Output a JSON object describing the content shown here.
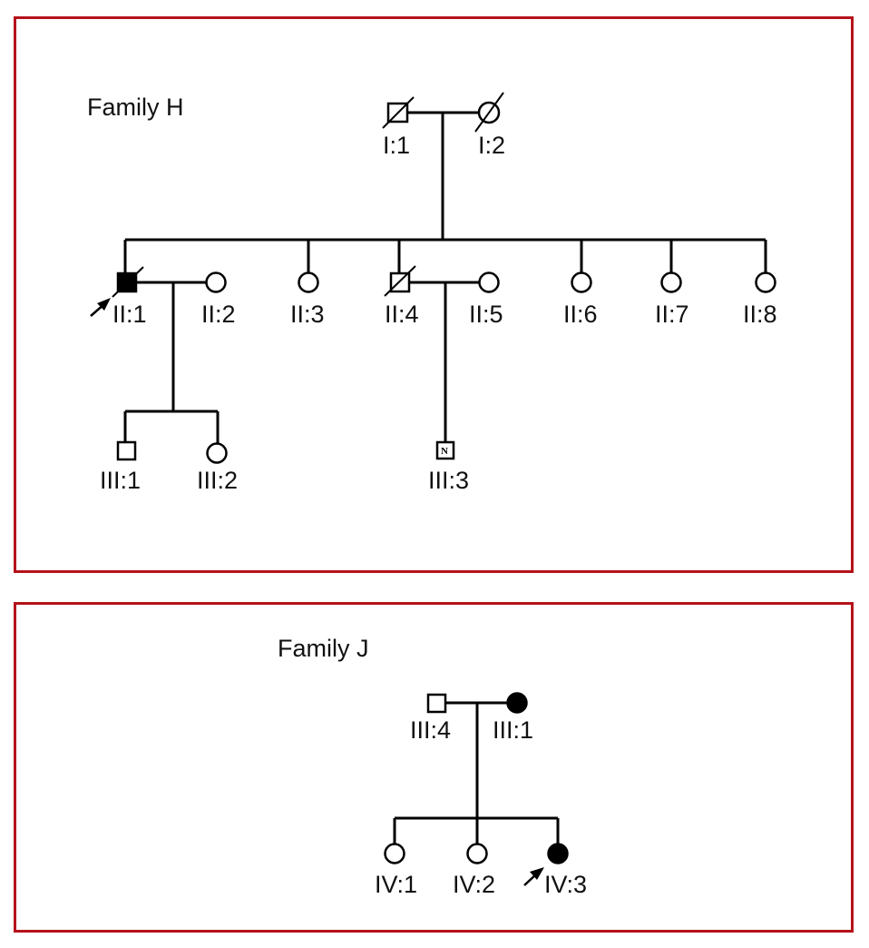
{
  "families": [
    {
      "id": "H",
      "title": "Family H",
      "members": [
        {
          "id": "I:1",
          "sex": "male",
          "affected": false,
          "deceased": true
        },
        {
          "id": "I:2",
          "sex": "female",
          "affected": false,
          "deceased": true
        },
        {
          "id": "II:1",
          "sex": "male",
          "affected": true,
          "deceased": true,
          "proband": true
        },
        {
          "id": "II:2",
          "sex": "female",
          "affected": false,
          "deceased": false
        },
        {
          "id": "II:3",
          "sex": "female",
          "affected": false,
          "deceased": false
        },
        {
          "id": "II:4",
          "sex": "male",
          "affected": false,
          "deceased": true
        },
        {
          "id": "II:5",
          "sex": "female",
          "affected": false,
          "deceased": false
        },
        {
          "id": "II:6",
          "sex": "female",
          "affected": false,
          "deceased": false
        },
        {
          "id": "II:7",
          "sex": "female",
          "affected": false,
          "deceased": false
        },
        {
          "id": "II:8",
          "sex": "female",
          "affected": false,
          "deceased": false
        },
        {
          "id": "III:1",
          "sex": "male",
          "affected": false,
          "deceased": false
        },
        {
          "id": "III:2",
          "sex": "female",
          "affected": false,
          "deceased": false
        },
        {
          "id": "III:3",
          "sex": "male",
          "affected": false,
          "deceased": false,
          "mark": "N"
        }
      ]
    },
    {
      "id": "J",
      "title": "Family J",
      "members": [
        {
          "id": "III:4",
          "sex": "male",
          "affected": false,
          "deceased": false
        },
        {
          "id": "III:1",
          "sex": "female",
          "affected": true,
          "deceased": false
        },
        {
          "id": "IV:1",
          "sex": "female",
          "affected": false,
          "deceased": false
        },
        {
          "id": "IV:2",
          "sex": "female",
          "affected": false,
          "deceased": false
        },
        {
          "id": "IV:3",
          "sex": "female",
          "affected": true,
          "deceased": false,
          "proband": true
        }
      ]
    }
  ],
  "colors": {
    "frame": "#b5121b",
    "line": "#000000"
  }
}
